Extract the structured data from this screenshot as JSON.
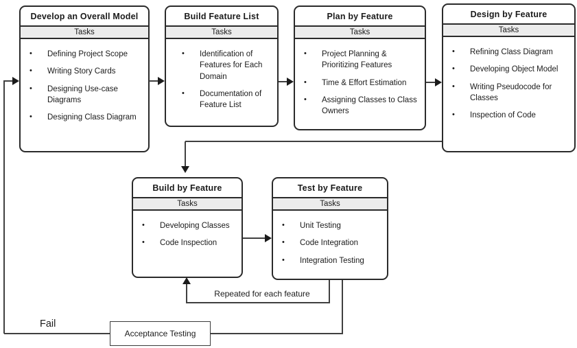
{
  "diagram": {
    "phases": [
      {
        "title": "Develop an Overall Model",
        "section_label": "Tasks",
        "tasks": [
          "Defining Project Scope",
          "Writing Story Cards",
          "Designing Use-case Diagrams",
          "Designing Class Diagram"
        ]
      },
      {
        "title": "Build Feature List",
        "section_label": "Tasks",
        "tasks": [
          "Identification of Features for Each Domain",
          "Documentation of Feature List"
        ]
      },
      {
        "title": "Plan by Feature",
        "section_label": "Tasks",
        "tasks": [
          "Project Planning & Prioritizing Features",
          "Time & Effort Estimation",
          "Assigning Classes to Class Owners"
        ]
      },
      {
        "title": "Design by Feature",
        "section_label": "Tasks",
        "tasks": [
          "Refining Class Diagram",
          "Developing Object Model",
          "Writing Pseudocode for Classes",
          "Inspection of Code"
        ]
      },
      {
        "title": "Build by Feature",
        "section_label": "Tasks",
        "tasks": [
          "Developing Classes",
          "Code Inspection"
        ]
      },
      {
        "title": "Test by Feature",
        "section_label": "Tasks",
        "tasks": [
          "Unit Testing",
          "Code Integration",
          "Integration Testing"
        ]
      }
    ],
    "acceptance_label": "Acceptance Testing",
    "annotations": {
      "repeated": "Repeated for each feature",
      "fail": "Fail"
    },
    "bullet": "●",
    "colors": {
      "box_border": "#2a2a2a",
      "tasks_bar_bg": "#ececec",
      "connector": "#3f3f3f",
      "background": "#ffffff",
      "text": "#1a1a1a"
    }
  }
}
